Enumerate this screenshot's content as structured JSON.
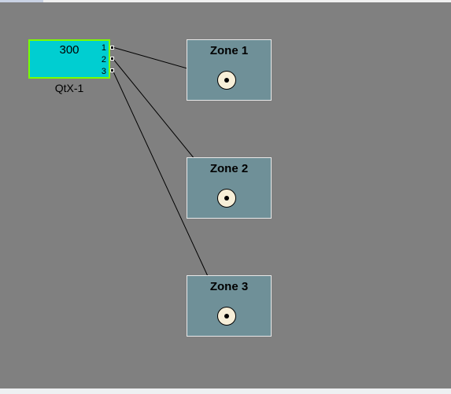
{
  "device": {
    "value": "300",
    "name": "QtX-1",
    "ports": [
      "1",
      "2",
      "3"
    ],
    "fill_color": "#00ced1",
    "border_color": "#7cfc00"
  },
  "zones": [
    {
      "title": "Zone 1"
    },
    {
      "title": "Zone 2"
    },
    {
      "title": "Zone 3"
    }
  ],
  "colors": {
    "canvas": "#808080",
    "zone_fill": "#6f9098",
    "jack_fill": "#f7efd8",
    "wire": "#000000"
  }
}
